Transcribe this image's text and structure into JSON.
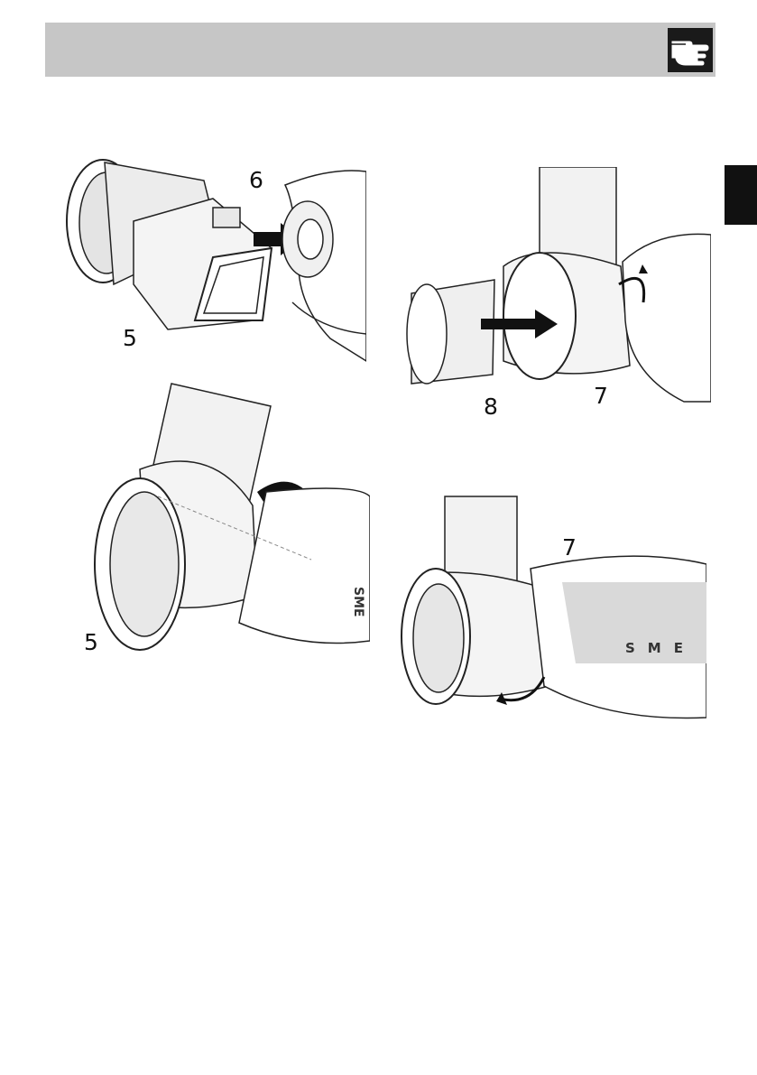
{
  "figures": [
    {
      "id": "fig1",
      "callouts": [
        "6",
        "5"
      ]
    },
    {
      "id": "fig2",
      "callouts": [
        "8",
        "7"
      ]
    },
    {
      "id": "fig3",
      "callouts": [
        "5"
      ],
      "brand_mark": "SME"
    },
    {
      "id": "fig4",
      "callouts": [
        "7"
      ],
      "brand_mark": "SME"
    }
  ],
  "colors": {
    "header": "#c6c6c6",
    "tab": "#111111",
    "shade": "#d9d9d9"
  },
  "icons": [
    "pointing-hand-icon"
  ]
}
